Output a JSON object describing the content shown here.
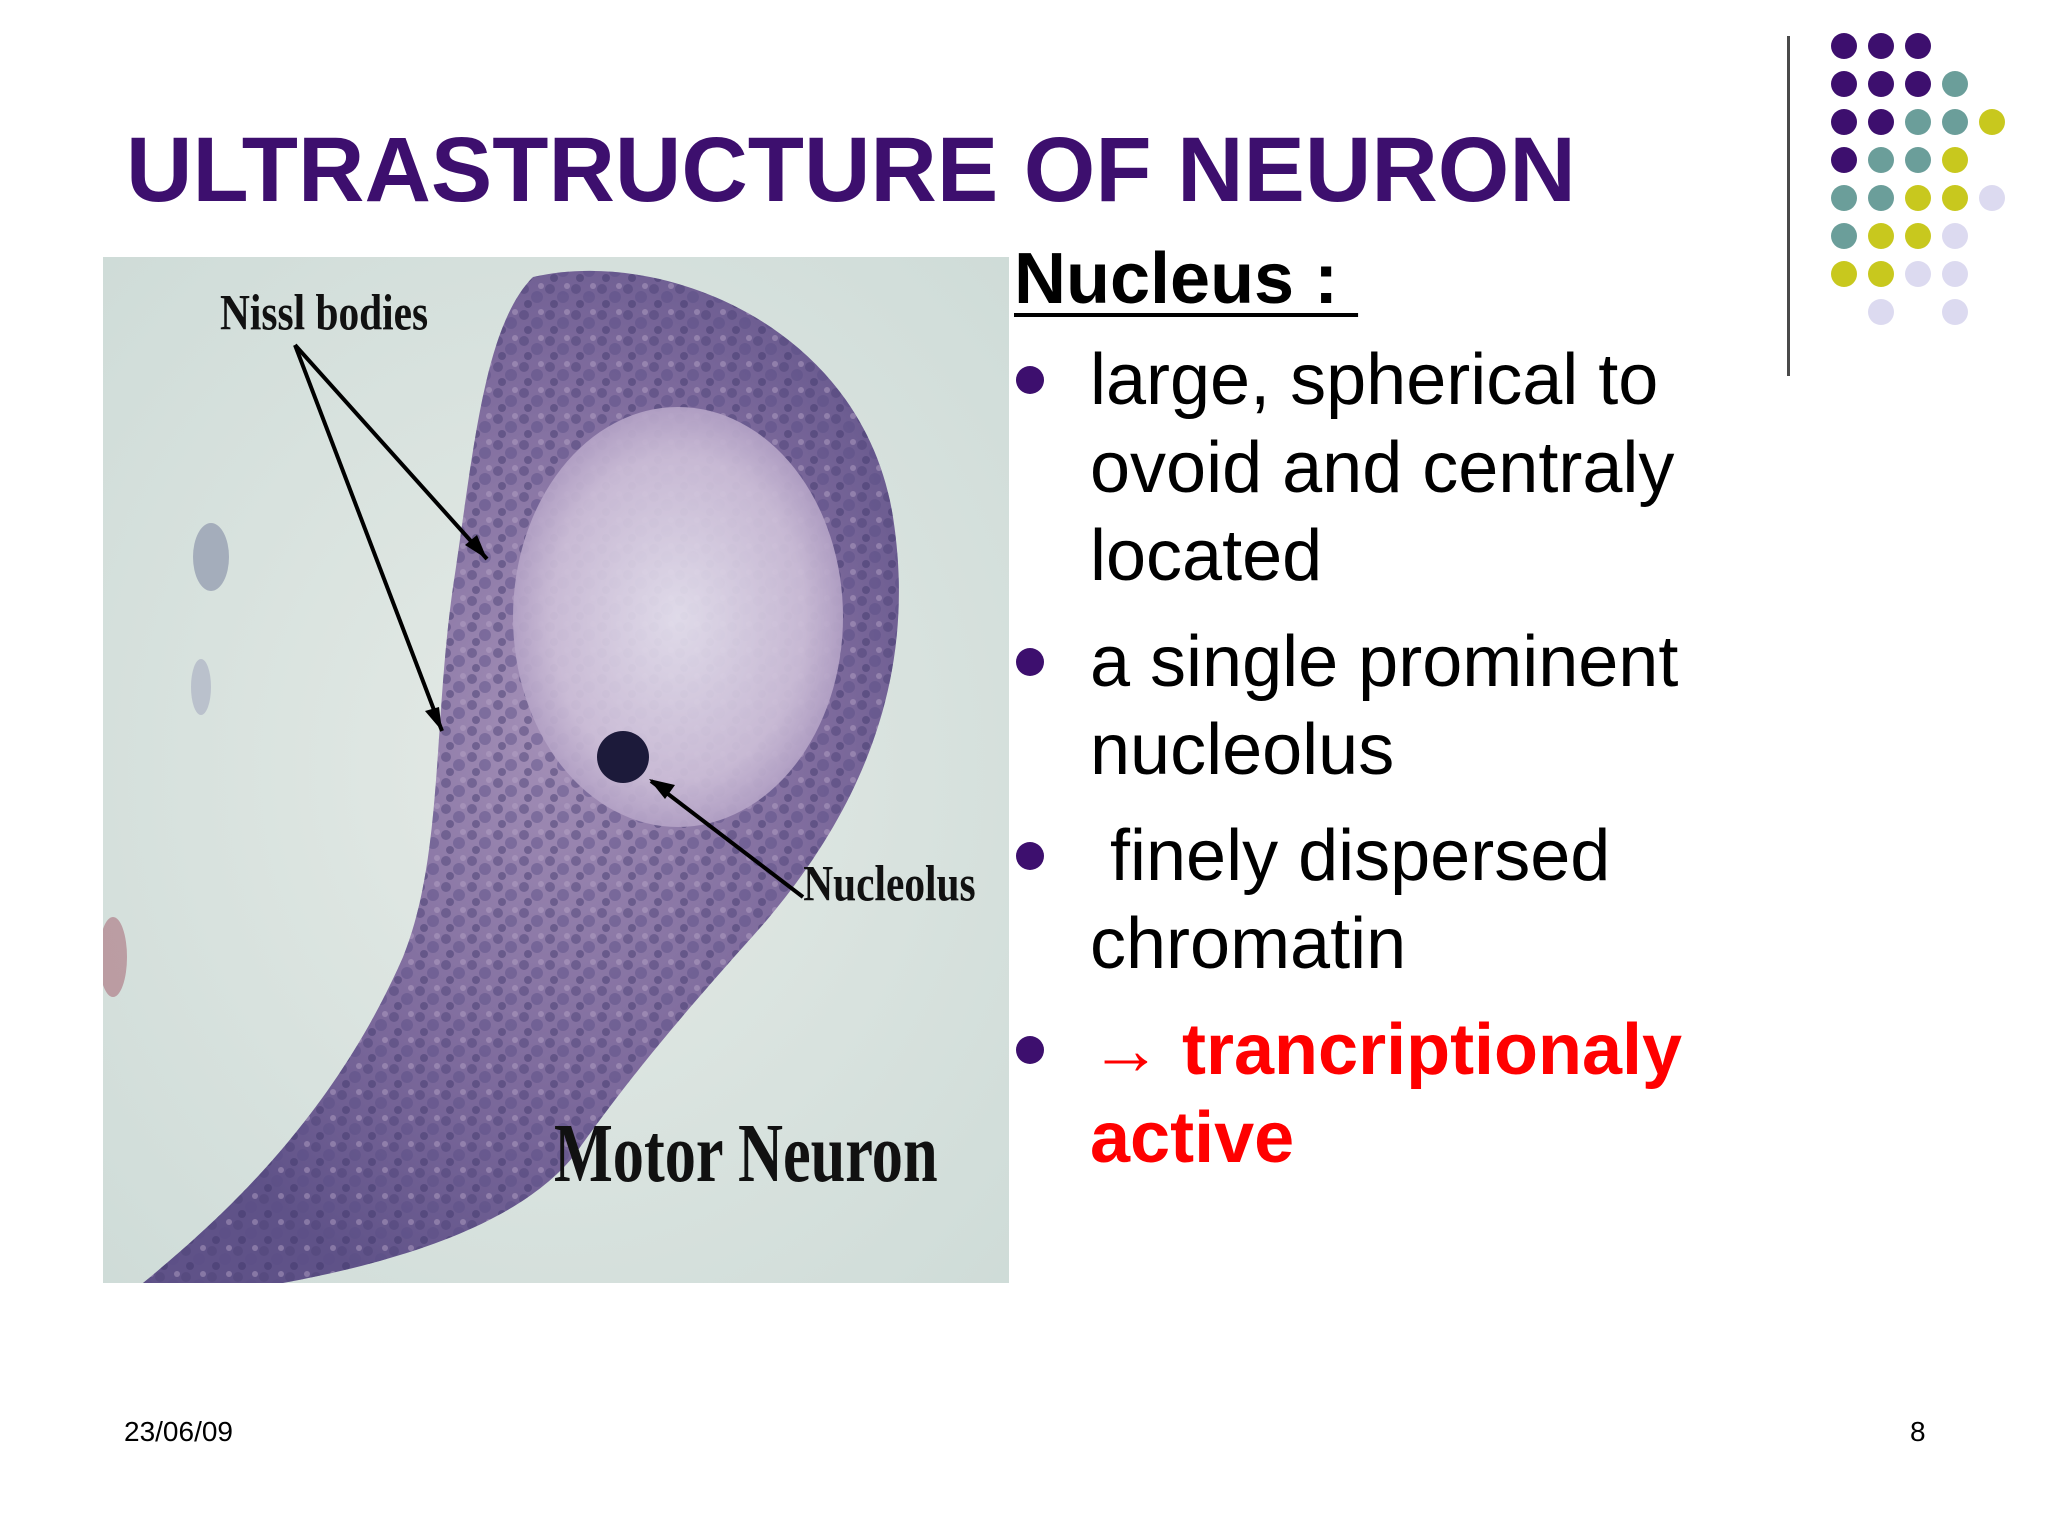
{
  "slide": {
    "title": "ULTRASTRUCTURE OF NEURON",
    "heading": "Nucleus : ",
    "bullets": [
      {
        "text": "large, spherical to ovoid and centraly located",
        "style": "normal"
      },
      {
        "text": "a single prominent nucleolus",
        "style": "normal"
      },
      {
        "text": " finely dispersed chromatin",
        "style": "normal"
      },
      {
        "arrow": "→",
        "text": " trancriptionaly active",
        "style": "red"
      }
    ],
    "bullet_color": "#3d0f6e",
    "highlight_color": "#ff0000",
    "title_color": "#3d0f6e",
    "date": "23/06/09",
    "page_number": "8"
  },
  "figure": {
    "labels": {
      "nissl": "Nissl bodies",
      "nucleolus": "Nucleolus",
      "caption": "Motor Neuron"
    }
  },
  "decor": {
    "dot_colors": [
      "#3d0f6e",
      "#6b9e9a",
      "#c8c81e",
      "#dcdaf0"
    ]
  }
}
